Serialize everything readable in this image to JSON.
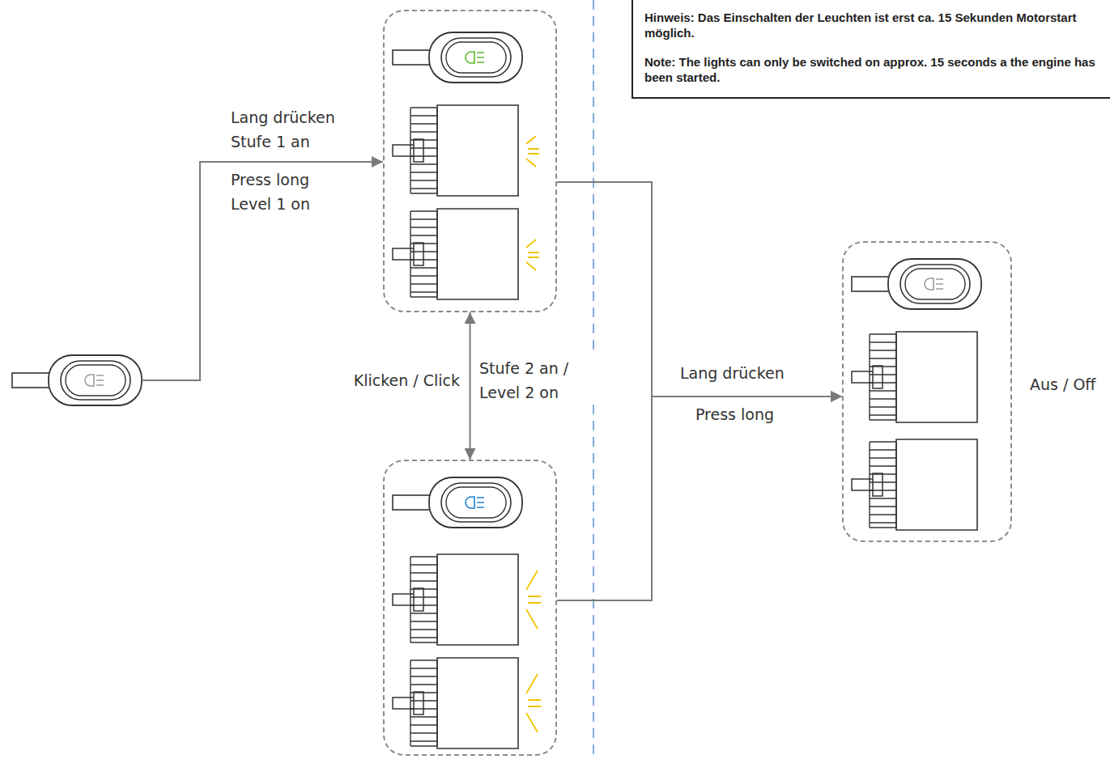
{
  "diagram": {
    "nodes": [
      {
        "text": []
      },
      {
        "text": []
      },
      {
        "text": []
      },
      {
        "text": [
          "Aus / Off"
        ]
      },
      {
        "text": [
          "Hinweis: Das Einschalten der Leuchten ist erst ca. 15 Sekunden Motorstart möglich.",
          "Note: The lights can only be switched on approx. 15 seconds a the engine has been started."
        ]
      }
    ],
    "edges": [
      {
        "from": 0,
        "to": 1,
        "arrow": "to",
        "label": "Lang drücken Stufe 1 an"
      },
      {
        "from": 1,
        "to": 2,
        "arrow": "both",
        "label": "Klicken / Click"
      },
      {
        "from": 1,
        "to": 3,
        "arrow": "to",
        "label": "Lang drücken"
      },
      {
        "from": 2,
        "to": 3,
        "arrow": "to"
      }
    ],
    "labels": [
      "Press long Level 1 on",
      "Stufe 2 an / Level 2 on",
      "Press long"
    ]
  }
}
